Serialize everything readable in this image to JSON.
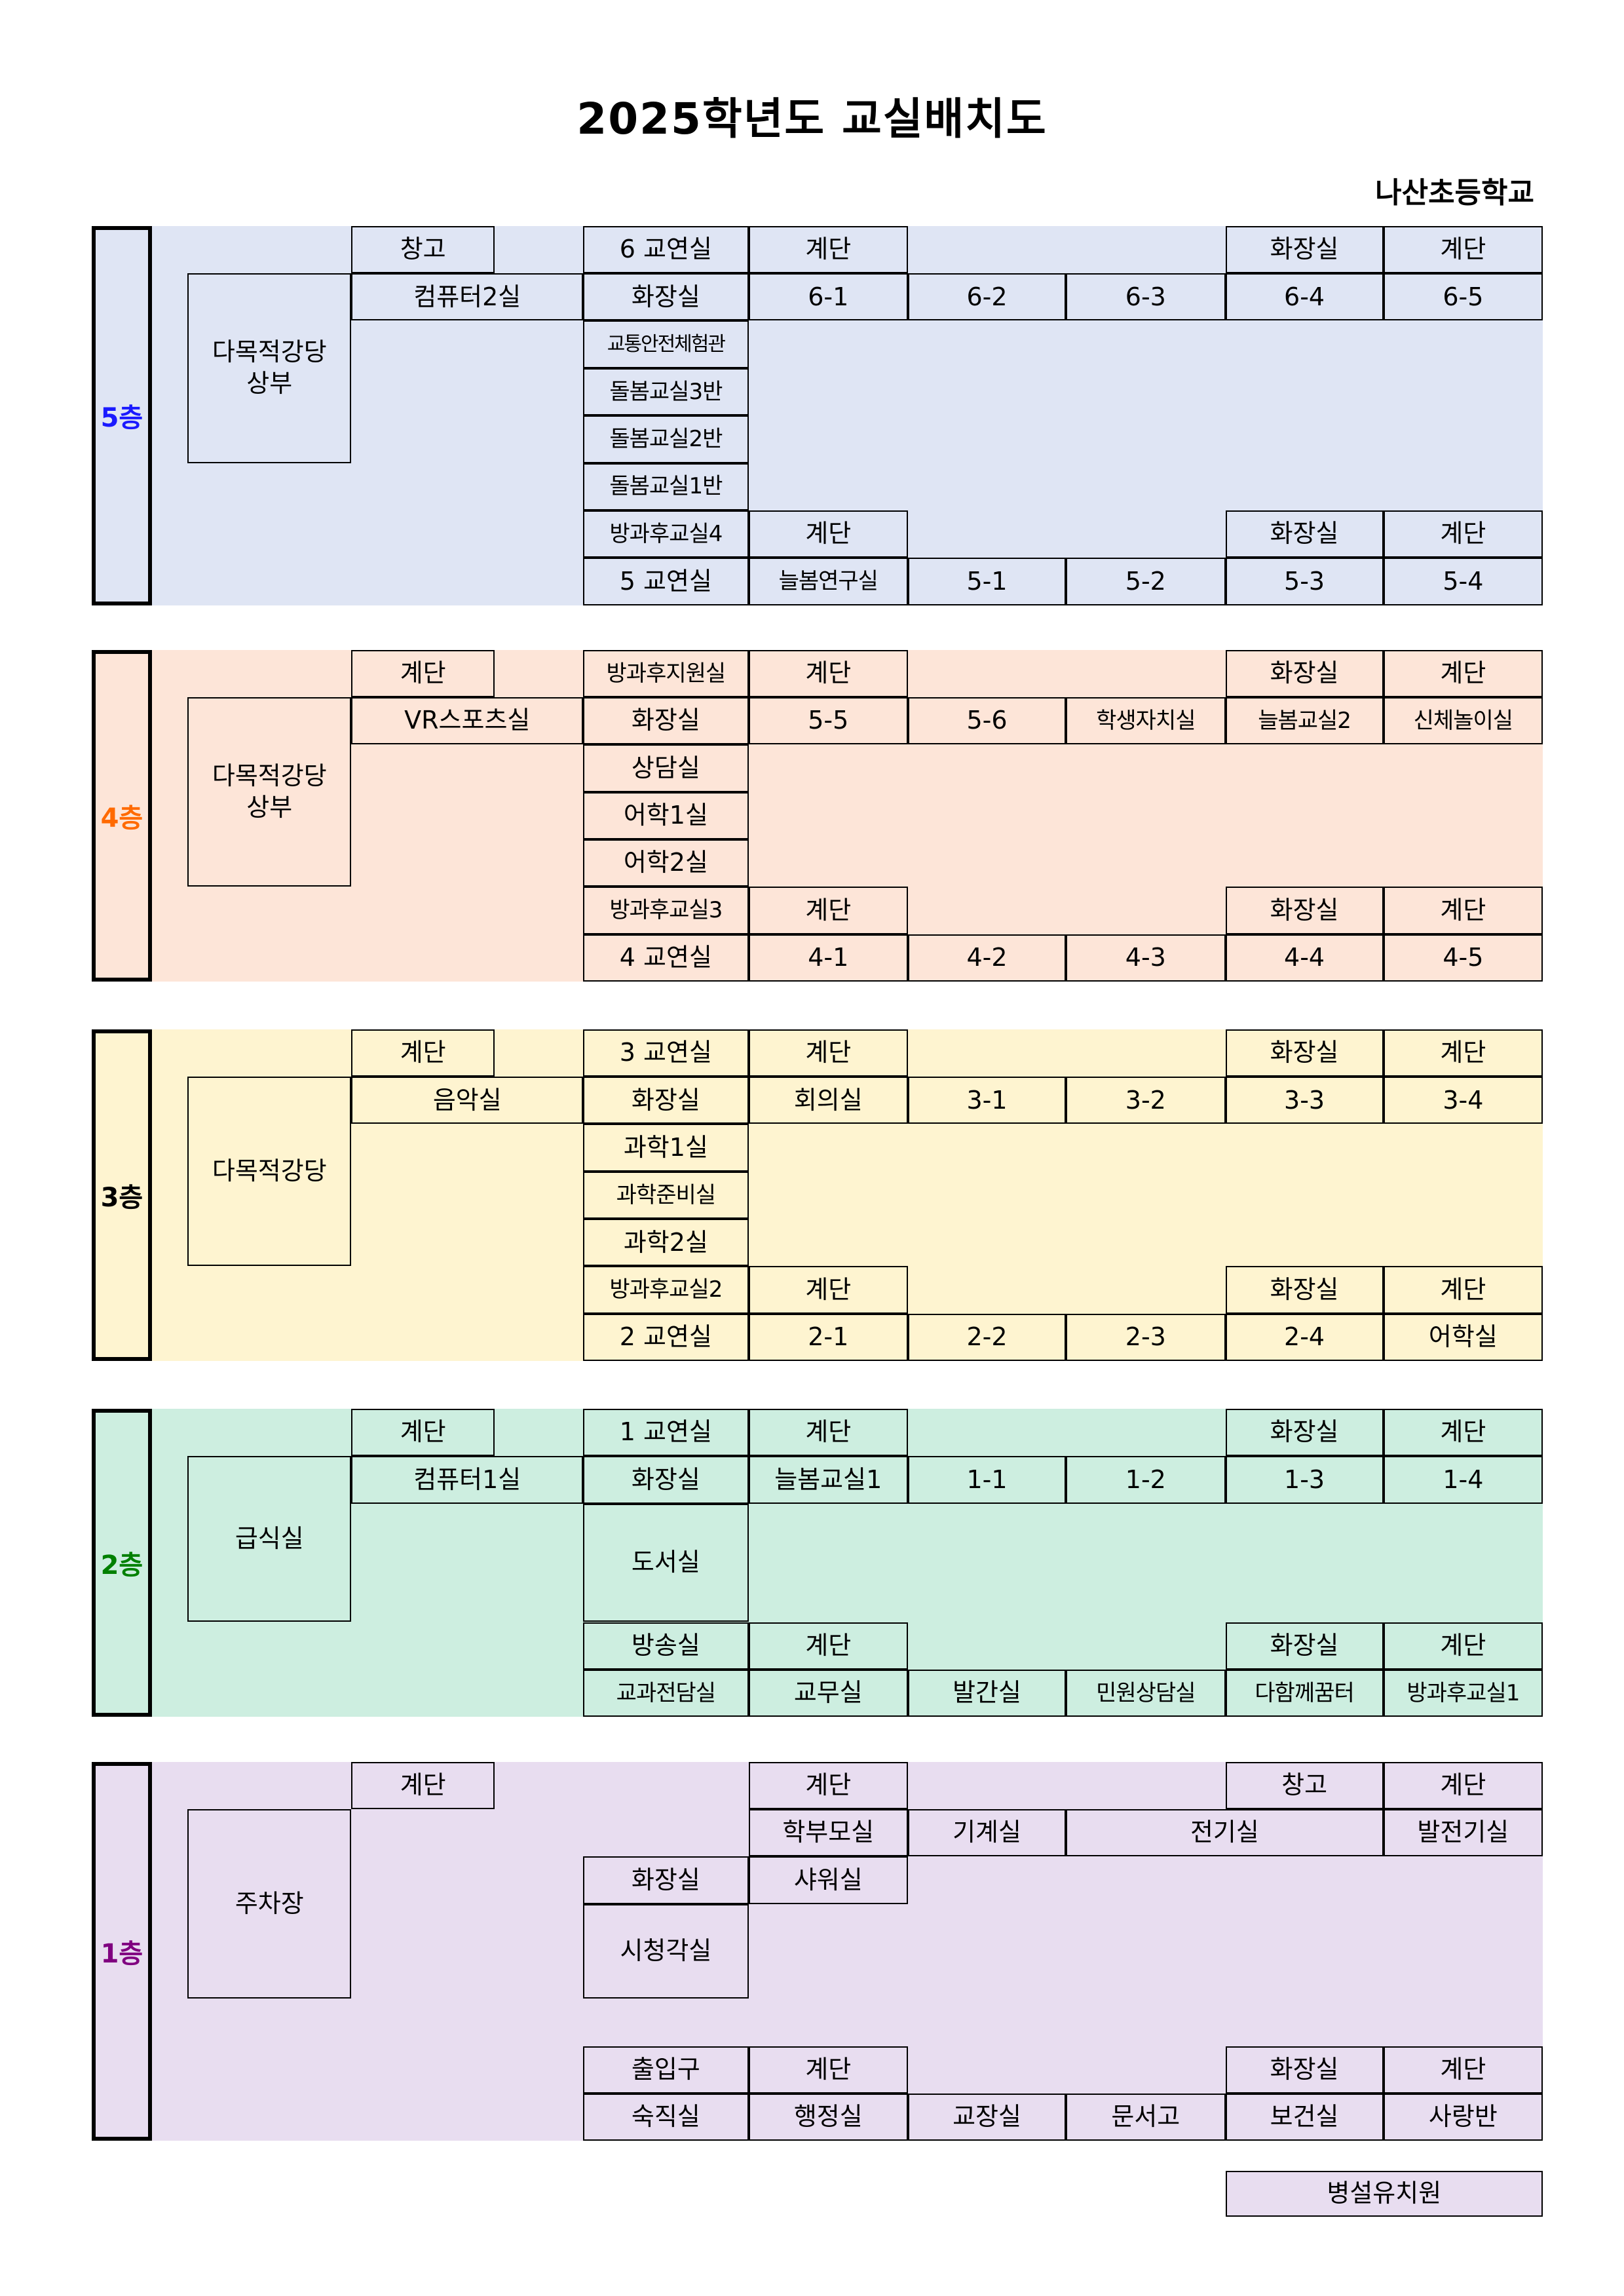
{
  "title": "2025학년도 교실배치도",
  "school": "나산초등학교",
  "floors": [
    {
      "label": "5층",
      "label_color": "#1a1aff",
      "bg_color": "#dfe5f4",
      "rooms": {
        "top_a": "창고",
        "top_teacher": "6 교연실",
        "top_stair1": "계단",
        "top_wc": "화장실",
        "top_stair2": "계단",
        "big": "다목적강당\n상부",
        "r2_wide": "컴퓨터2실",
        "r2_wc": "화장실",
        "r2_c1": "6-1",
        "r2_c2": "6-2",
        "r2_c3": "6-3",
        "r2_c4": "6-4",
        "r2_c5": "6-5",
        "mid1": "교통안전체험관",
        "mid2": "돌봄교실3반",
        "mid3": "돌봄교실2반",
        "mid4": "돌봄교실1반",
        "b1_a": "방과후교실4",
        "b1_stair1": "계단",
        "b1_wc": "화장실",
        "b1_stair2": "계단",
        "b2_a": "5 교연실",
        "b2_c1": "늘봄연구실",
        "b2_c2": "5-1",
        "b2_c3": "5-2",
        "b2_c4": "5-3",
        "b2_c5": "5-4"
      }
    },
    {
      "label": "4층",
      "label_color": "#ff6a00",
      "bg_color": "#fde5d8",
      "rooms": {
        "top_a": "계단",
        "top_teacher": "방과후지원실",
        "top_stair1": "계단",
        "top_wc": "화장실",
        "top_stair2": "계단",
        "big": "다목적강당\n상부",
        "r2_wide": "VR스포츠실",
        "r2_wc": "화장실",
        "r2_c1": "5-5",
        "r2_c2": "5-6",
        "r2_c3": "학생자치실",
        "r2_c4": "늘봄교실2",
        "r2_c5": "신체놀이실",
        "mid1": "상담실",
        "mid2": "어학1실",
        "mid3": "어학2실",
        "b1_a": "방과후교실3",
        "b1_stair1": "계단",
        "b1_wc": "화장실",
        "b1_stair2": "계단",
        "b2_a": "4 교연실",
        "b2_c1": "4-1",
        "b2_c2": "4-2",
        "b2_c3": "4-3",
        "b2_c4": "4-4",
        "b2_c5": "4-5"
      }
    },
    {
      "label": "3층",
      "label_color": "#000000",
      "bg_color": "#fef4d0",
      "rooms": {
        "top_a": "계단",
        "top_teacher": "3 교연실",
        "top_stair1": "계단",
        "top_wc": "화장실",
        "top_stair2": "계단",
        "big": "다목적강당",
        "r2_wide": "음악실",
        "r2_wc": "화장실",
        "r2_c1": "회의실",
        "r2_c2": "3-1",
        "r2_c3": "3-2",
        "r2_c4": "3-3",
        "r2_c5": "3-4",
        "mid1": "과학1실",
        "mid2": "과학준비실",
        "mid3": "과학2실",
        "b1_a": "방과후교실2",
        "b1_stair1": "계단",
        "b1_wc": "화장실",
        "b1_stair2": "계단",
        "b2_a": "2 교연실",
        "b2_c1": "2-1",
        "b2_c2": "2-2",
        "b2_c3": "2-3",
        "b2_c4": "2-4",
        "b2_c5": "어학실"
      }
    },
    {
      "label": "2층",
      "label_color": "#008000",
      "bg_color": "#cdeee0",
      "rooms": {
        "top_a": "계단",
        "top_teacher": "1 교연실",
        "top_stair1": "계단",
        "top_wc": "화장실",
        "top_stair2": "계단",
        "big": "급식실",
        "r2_wide": "컴퓨터1실",
        "r2_wc": "화장실",
        "r2_c1": "늘봄교실1",
        "r2_c2": "1-1",
        "r2_c3": "1-2",
        "r2_c4": "1-3",
        "r2_c5": "1-4",
        "library": "도서실",
        "b1_a": "방송실",
        "b1_stair1": "계단",
        "b1_wc": "화장실",
        "b1_stair2": "계단",
        "b2_a": "교과전담실",
        "b2_c1": "교무실",
        "b2_c2": "발간실",
        "b2_c3": "민원상담실",
        "b2_c4": "다함께꿈터",
        "b2_c5": "방과후교실1"
      }
    },
    {
      "label": "1층",
      "label_color": "#800080",
      "bg_color": "#e8ddf0",
      "rooms": {
        "top_a": "계단",
        "top_stair1": "계단",
        "top_storage": "창고",
        "top_stair2": "계단",
        "big": "주차장",
        "r2_c1": "학부모실",
        "r2_c2": "기계실",
        "r2_wide": "전기실",
        "r2_c5": "발전기실",
        "r3_wc": "화장실",
        "r3_shower": "샤워실",
        "av": "시청각실",
        "b1_a": "출입구",
        "b1_stair1": "계단",
        "b1_wc": "화장실",
        "b1_stair2": "계단",
        "b2_a": "숙직실",
        "b2_c1": "행정실",
        "b2_c2": "교장실",
        "b2_c3": "문서고",
        "b2_c4": "보건실",
        "b2_c5": "사랑반"
      },
      "annex": "병설유치원"
    }
  ]
}
